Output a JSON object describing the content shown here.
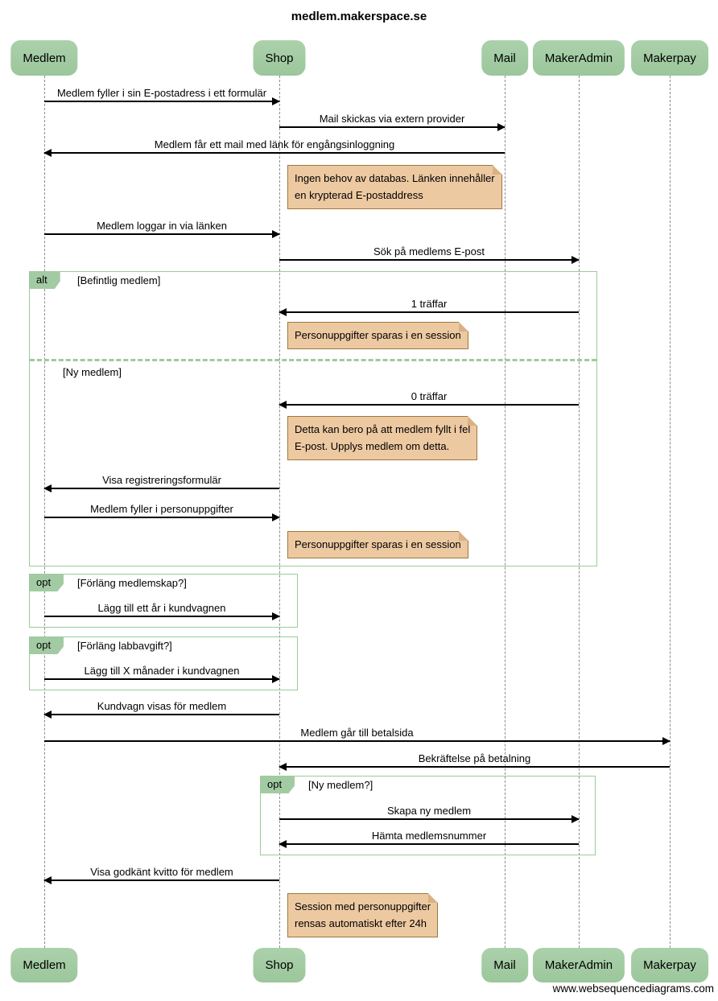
{
  "title": "medlem.makerspace.se",
  "footer": "www.websequencediagrams.com",
  "colors": {
    "actor_green": "#a3cba3",
    "frame_border_green": "#9acb9a",
    "note_tan": "#edc9a2",
    "note_border_brown": "#9e783c",
    "lifeline_gray": "#8d8d8d",
    "arrow_black": "#000000"
  },
  "actors": [
    {
      "label": "Medlem"
    },
    {
      "label": "Shop"
    },
    {
      "label": "Mail"
    },
    {
      "label": "MakerAdmin"
    },
    {
      "label": "Makerpay"
    }
  ],
  "messages": [
    {
      "from": "Medlem",
      "to": "Shop",
      "label": "Medlem fyller i sin E-postadress i ett formulär"
    },
    {
      "from": "Shop",
      "to": "Mail",
      "label": "Mail skickas via extern provider"
    },
    {
      "from": "Mail",
      "to": "Medlem",
      "label": "Medlem får ett mail med länk för engångsinloggning"
    },
    {
      "from": "Medlem",
      "to": "Shop",
      "label": "Medlem loggar in via länken"
    },
    {
      "from": "Shop",
      "to": "MakerAdmin",
      "label": "Sök på medlems E-post"
    },
    {
      "from": "MakerAdmin",
      "to": "Shop",
      "label": "1 träffar"
    },
    {
      "from": "MakerAdmin",
      "to": "Shop",
      "label": "0 träffar"
    },
    {
      "from": "Shop",
      "to": "Medlem",
      "label": "Visa registreringsformulär"
    },
    {
      "from": "Medlem",
      "to": "Shop",
      "label": "Medlem fyller i personuppgifter"
    },
    {
      "from": "Medlem",
      "to": "Shop",
      "label": "Lägg till ett år i kundvagnen"
    },
    {
      "from": "Medlem",
      "to": "Shop",
      "label": "Lägg till X månader i kundvagnen"
    },
    {
      "from": "Shop",
      "to": "Medlem",
      "label": "Kundvagn visas för medlem"
    },
    {
      "from": "Medlem",
      "to": "Makerpay",
      "label": "Medlem går till betalsida"
    },
    {
      "from": "Makerpay",
      "to": "Shop",
      "label": "Bekräftelse på betalning"
    },
    {
      "from": "Shop",
      "to": "MakerAdmin",
      "label": "Skapa ny medlem"
    },
    {
      "from": "MakerAdmin",
      "to": "Shop",
      "label": "Hämta medlemsnummer"
    },
    {
      "from": "Shop",
      "to": "Medlem",
      "label": "Visa godkänt kvitto för medlem"
    }
  ],
  "frames": [
    {
      "operator": "alt",
      "conditions": [
        "[Befintlig medlem]",
        "[Ny medlem]"
      ]
    },
    {
      "operator": "opt",
      "conditions": [
        "[Förläng medlemskap?]"
      ]
    },
    {
      "operator": "opt",
      "conditions": [
        "[Förläng labbavgift?]"
      ]
    },
    {
      "operator": "opt",
      "conditions": [
        "[Ny medlem?]"
      ]
    }
  ],
  "notes": [
    {
      "text": "Ingen behov av databas. Länken innehåller\nen krypterad E-postaddress"
    },
    {
      "text": "Personuppgifter sparas i en session"
    },
    {
      "text": "Detta kan bero på att medlem fyllt i fel\nE-post. Upplys medlem om detta."
    },
    {
      "text": "Personuppgifter sparas i en session"
    },
    {
      "text": "Session med personuppgifter\nrensas automatiskt efter 24h"
    }
  ]
}
